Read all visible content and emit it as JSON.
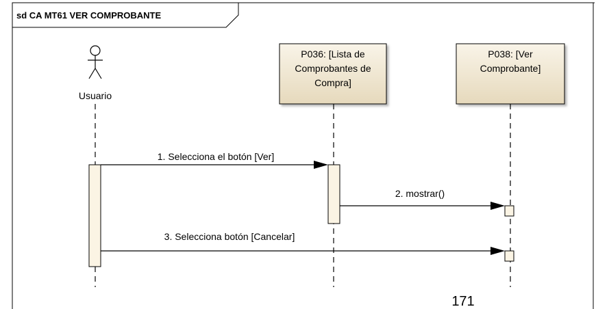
{
  "frame": {
    "title": "sd CA MT61 VER COMPROBANTE"
  },
  "actor": {
    "label": "Usuario"
  },
  "lifelines": [
    {
      "line1": "P036: [Lista de",
      "line2": "Comprobantes de",
      "line3": "Compra]"
    },
    {
      "line1": "P038: [Ver",
      "line2": "Comprobante]"
    }
  ],
  "messages": [
    {
      "label": "1. Selecciona el botón [Ver]"
    },
    {
      "label": "2. mostrar()"
    },
    {
      "label": "3. Selecciona botón [Cancelar]"
    }
  ],
  "page_number": "171",
  "colors": {
    "lifeline_fill_top": "#f7f1e3",
    "lifeline_fill_bottom": "#e8dcc0",
    "activation_fill": "#fbf4e4",
    "line": "#000000"
  }
}
